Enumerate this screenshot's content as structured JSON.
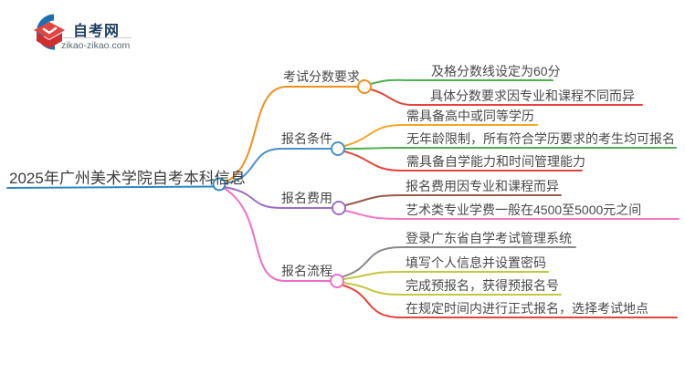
{
  "logo": {
    "title": "自考网",
    "domain": "zikao-zikao.com",
    "icon": "graduation-cap-crescent",
    "crescent_color": "#1c6fb0",
    "cap_top_color": "#e64340",
    "cap_body_color": "#cf2e2e"
  },
  "root": {
    "label": "2025年广州美术学院自考本科信息",
    "color": "#2e86c1"
  },
  "branches": [
    {
      "label": "考试分数要求",
      "color": "#f0911e",
      "children": [
        {
          "label": "及格分数线设定为60分",
          "color": "#4caf50"
        },
        {
          "label": "具体分数要求因专业和课程不同而异",
          "color": "#e2453c"
        }
      ]
    },
    {
      "label": "报名条件",
      "color": "#4a90c8",
      "children": [
        {
          "label": "需具备高中或同等学历",
          "color": "#f5a623"
        },
        {
          "label": "无年龄限制，所有符合学历要求的考生均可报名",
          "color": "#4caf50"
        },
        {
          "label": "需具备自学能力和时间管理能力",
          "color": "#e2453c"
        }
      ]
    },
    {
      "label": "报名费用",
      "color": "#9b6fc3",
      "children": [
        {
          "label": "报名费用因专业和课程而异",
          "color": "#965a4d"
        },
        {
          "label": "艺术类专业学费一般在4500至5000元之间",
          "color": "#f279c3"
        }
      ]
    },
    {
      "label": "报名流程",
      "color": "#ec6ec9",
      "children": [
        {
          "label": "登录广东省自学考试管理系统",
          "color": "#8a8a8a"
        },
        {
          "label": "填写个人信息并设置密码",
          "color": "#c3c83d"
        },
        {
          "label": "完成预报名，获得预报名号",
          "color": "#c3c83d"
        },
        {
          "label": "在规定时间内进行正式报名，选择考试地点",
          "color": "#e2453c"
        }
      ]
    }
  ]
}
